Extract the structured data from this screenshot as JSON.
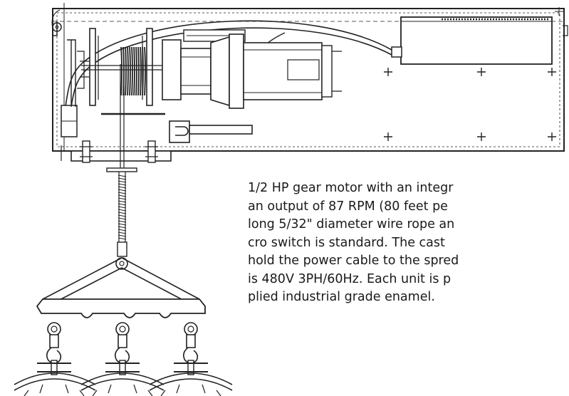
{
  "description": {
    "lines": [
      "1/2 HP gear motor with an integr",
      "an output of 87 RPM (80 feet pe",
      "long 5/32\" diameter wire rope an",
      "cro switch is standard. The cast",
      "hold the power cable to the spred",
      "is 480V 3PH/60Hz.  Each unit is p",
      "plied industrial grade enamel."
    ]
  }
}
